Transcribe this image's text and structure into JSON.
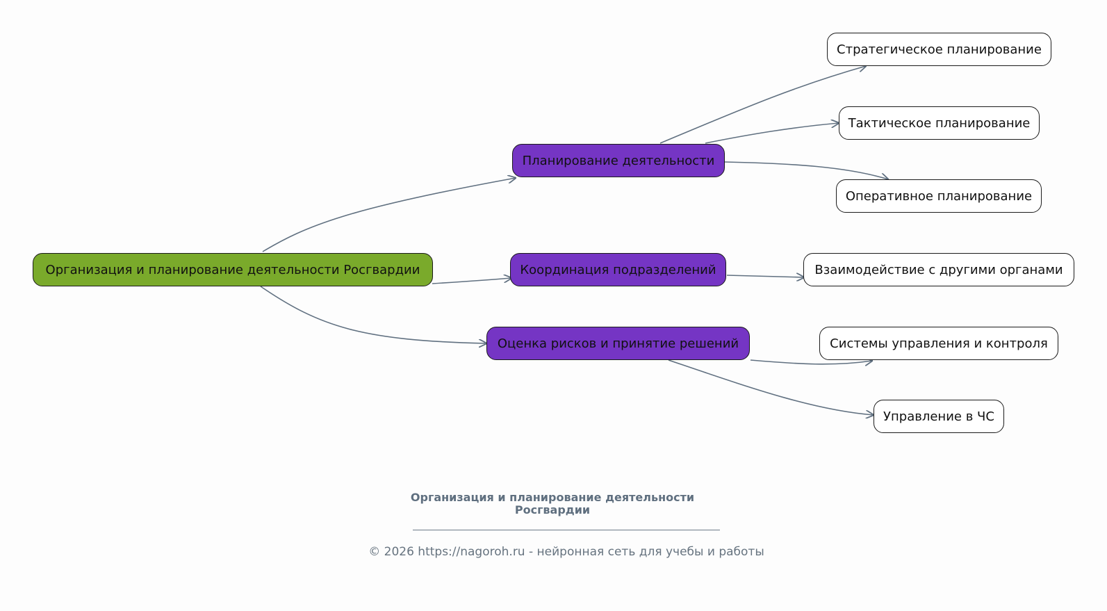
{
  "diagram": {
    "type": "mind-map",
    "edge_color": "#607080",
    "colors": {
      "root_fill": "#7aaa2b",
      "branch_fill": "#7535c4",
      "leaf_fill": "#ffffff",
      "border": "#1a1a1a"
    },
    "root": {
      "id": "root",
      "label": "Организация и планирование деятельности Росгвардии"
    },
    "branches": [
      {
        "id": "b1",
        "label": "Планирование деятельности",
        "children": [
          {
            "id": "l1",
            "label": "Стратегическое планирование"
          },
          {
            "id": "l2",
            "label": "Тактическое планирование"
          },
          {
            "id": "l3",
            "label": "Оперативное планирование"
          }
        ]
      },
      {
        "id": "b2",
        "label": "Координация подразделений",
        "children": [
          {
            "id": "l4",
            "label": "Взаимодействие с другими органами"
          }
        ]
      },
      {
        "id": "b3",
        "label": "Оценка рисков и принятие решений",
        "children": [
          {
            "id": "l5",
            "label": "Системы управления и контроля"
          },
          {
            "id": "l6",
            "label": "Управление в ЧС"
          }
        ]
      }
    ]
  },
  "footer": {
    "title": "Организация и планирование деятельности Росгвардии",
    "copyright": "© 2026 https://nagoroh.ru - нейронная сеть для учебы и работы"
  }
}
